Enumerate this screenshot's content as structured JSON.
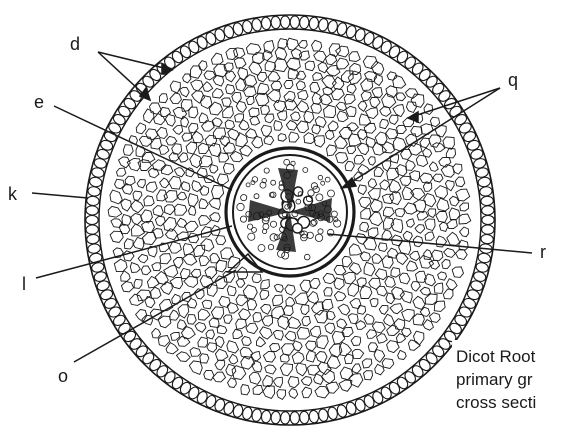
{
  "labels": {
    "d": "d",
    "e": "e",
    "q": "q",
    "k": "k",
    "l": "l",
    "r": "r",
    "o": "o"
  },
  "caption": {
    "line1": "Dicot Root",
    "line2": "primary gr",
    "line3": "cross secti"
  },
  "colors": {
    "ink": "#1a1a1a",
    "paper": "#ffffff"
  }
}
